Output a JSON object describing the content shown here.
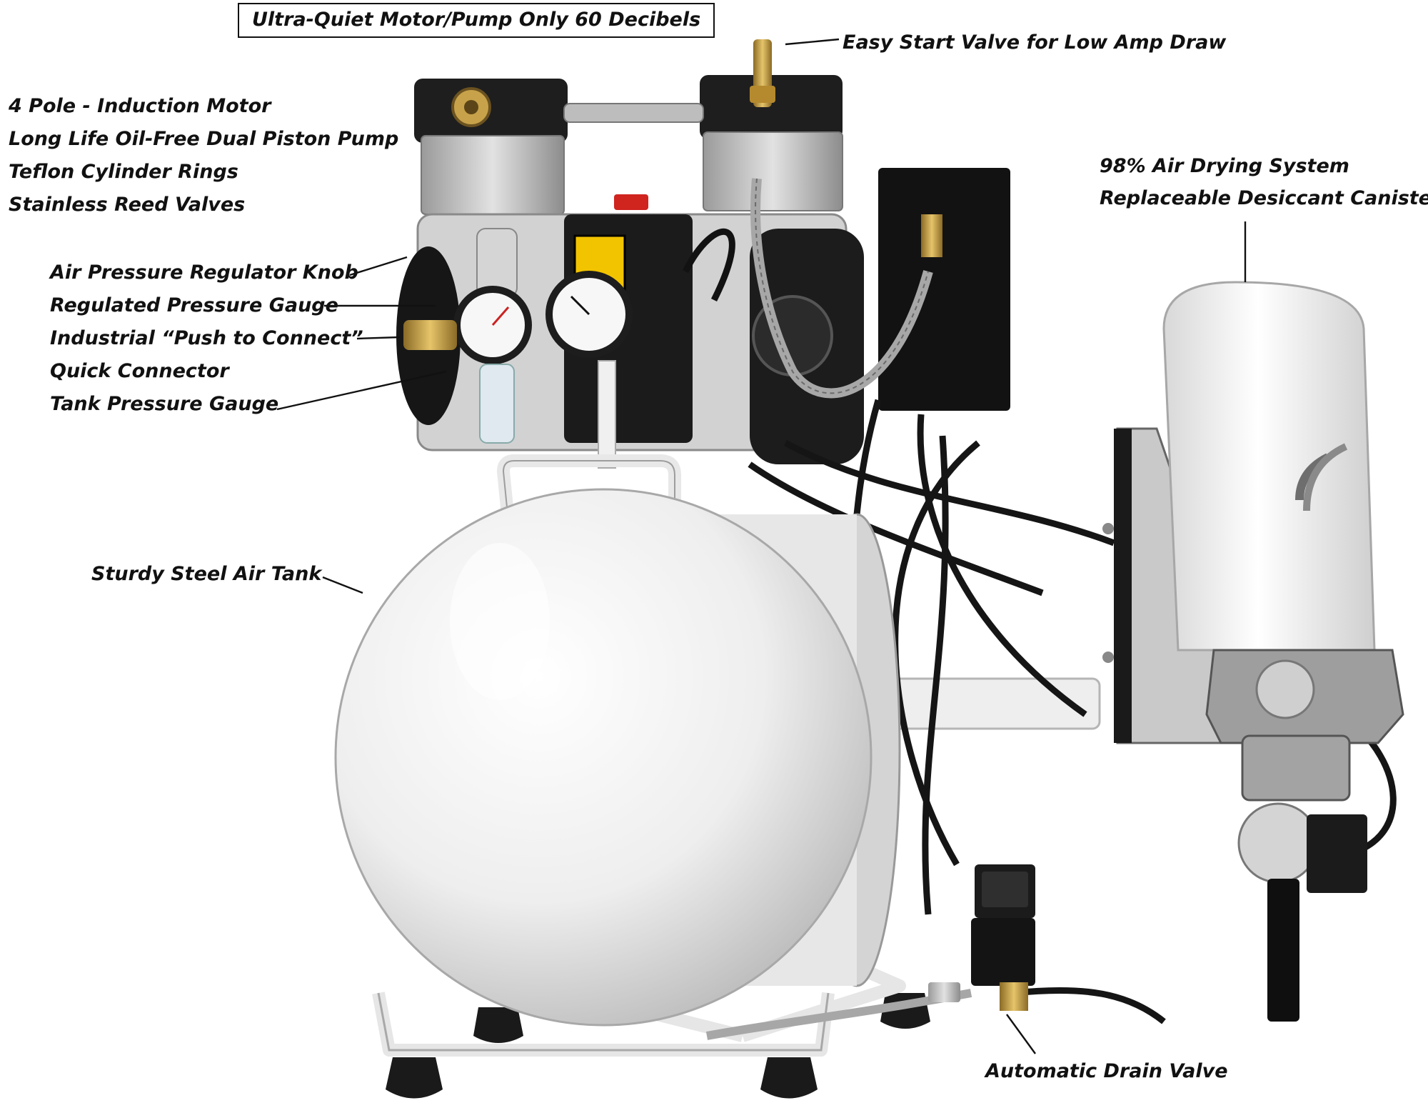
{
  "callouts": {
    "headline": "Ultra-Quiet Motor/Pump Only 60 Decibels",
    "easy_start": "Easy Start Valve for Low Amp Draw",
    "motor_features": [
      "4 Pole - Induction Motor",
      "Long Life Oil-Free Dual Piston Pump",
      "Teflon Cylinder Rings",
      "Stainless Reed Valves"
    ],
    "drying_line1": "98% Air Drying System",
    "drying_line2": "Replaceable Desiccant Canister",
    "regulator_knob": "Air Pressure Regulator Knob",
    "regulated_gauge": "Regulated Pressure Gauge",
    "push_connect": "Industrial “Push to Connect”",
    "quick_connector": "Quick Connector",
    "tank_gauge": "Tank Pressure Gauge",
    "steel_tank": "Sturdy Steel Air Tank",
    "drain_valve": "Automatic Drain Valve"
  },
  "colors": {
    "tank_white": "#f4f4f4",
    "metal": "#c8c8c8",
    "black": "#1c1c1c",
    "brass": "#c9a24a"
  }
}
